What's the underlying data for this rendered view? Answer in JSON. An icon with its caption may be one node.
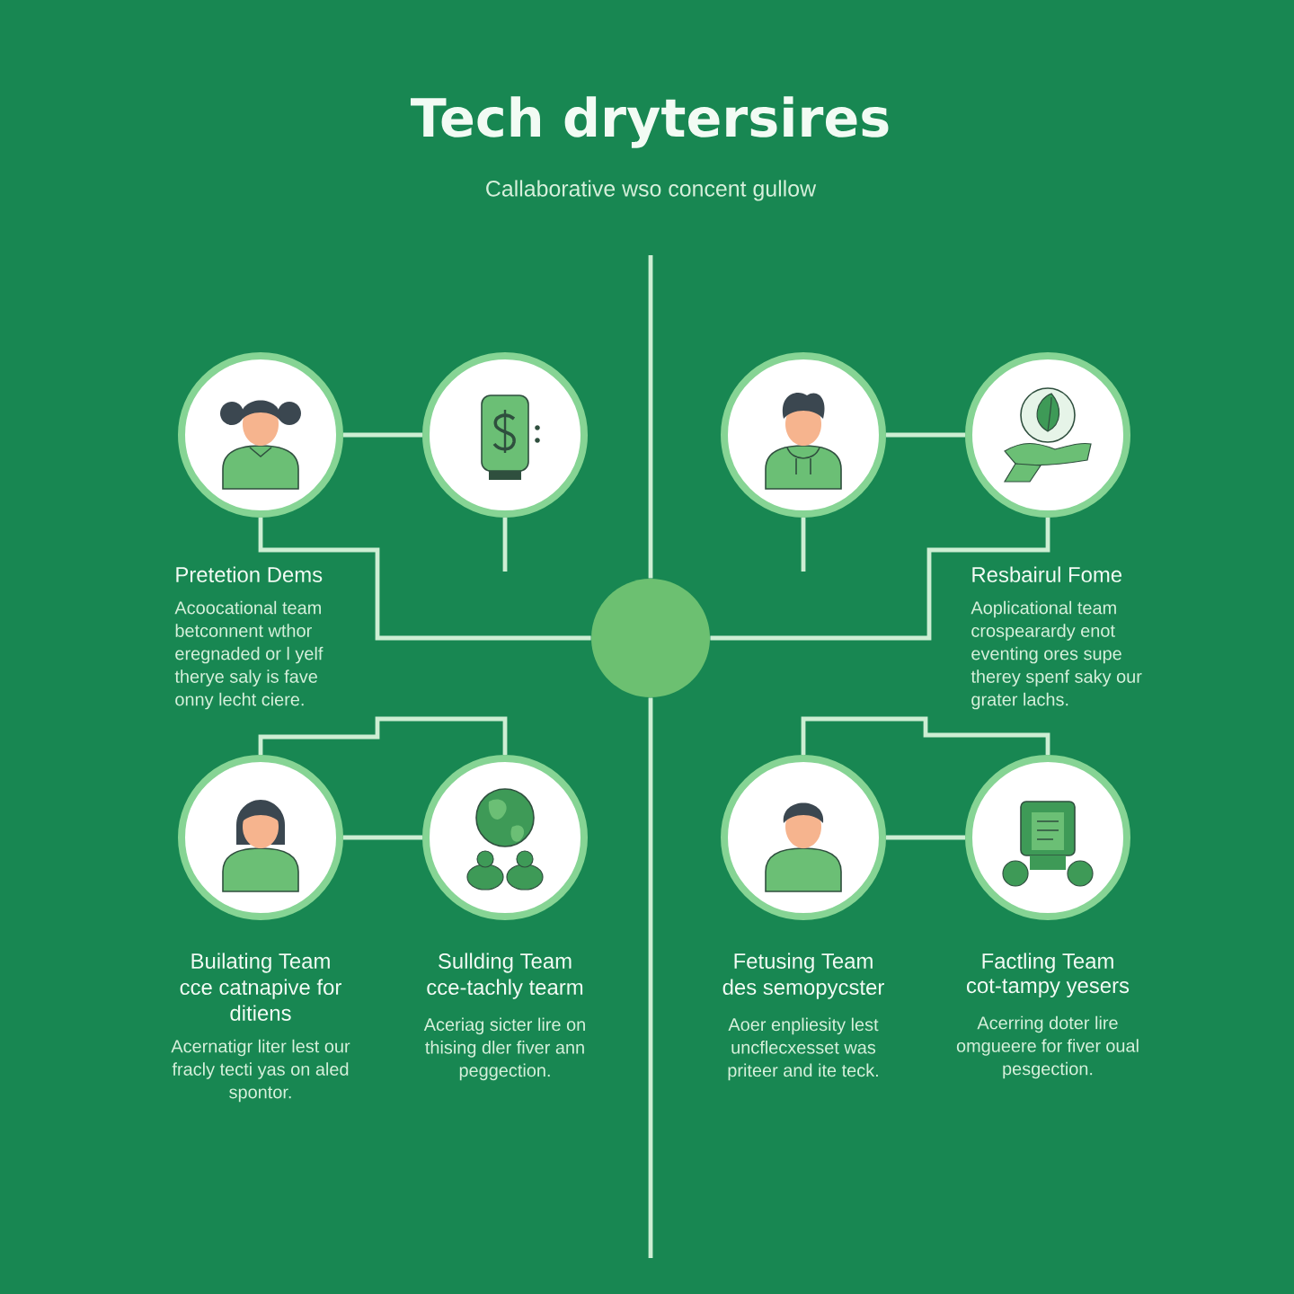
{
  "diagram": {
    "title": "Tech drytersires",
    "nodes": [
      {
        "text": [
          "Pretetion Dems",
          "Acoocational team betconnent wthor eregnaded or l yelf therye saly is fave onny lecht ciere."
        ]
      },
      {
        "text": [],
        "shape": "circle"
      },
      {
        "text": [],
        "shape": "circle"
      },
      {
        "text": [
          "Resbairul Fome",
          "Aoplicational team crospearardy enot eventing ores supe therey spenf saky our grater lachs."
        ]
      },
      {
        "text": [],
        "shape": "circle"
      },
      {
        "text": [
          "Builating Team",
          "cce catnapive for ditiens",
          "Acernatigr liter lest our fracly tecti yas on aled spontor."
        ]
      },
      {
        "text": [
          "Sullding Team",
          "cce-tachly tearm",
          "Aceriag sicter lire on thising dler fiver ann peggection."
        ]
      },
      {
        "text": [
          "Fetusing Team",
          "des semopycster",
          "Aoer enpliesity lest uncflecxesset was priteer and ite teck."
        ]
      },
      {
        "text": [
          "Factling Team",
          "cot-tampy yesers",
          "Acerring doter lire omgueere for fiver oual pesgection."
        ]
      }
    ],
    "edges": [
      {
        "from": 0,
        "to": 1,
        "arrow": "none"
      },
      {
        "from": 0,
        "to": 4,
        "arrow": "none"
      },
      {
        "from": 2,
        "to": 3,
        "arrow": "none"
      },
      {
        "from": 3,
        "to": 4,
        "arrow": "none"
      },
      {
        "from": 5,
        "to": 6,
        "arrow": "none"
      },
      {
        "from": 5,
        "to": 6,
        "arrow": "none"
      },
      {
        "from": 7,
        "to": 8,
        "arrow": "none"
      },
      {
        "from": 7,
        "to": 8,
        "arrow": "none"
      },
      {
        "from": 1,
        "to": null,
        "arrow": "none"
      },
      {
        "from": 2,
        "to": null,
        "arrow": "none"
      },
      {
        "from": null,
        "to": 4,
        "arrow": "none"
      },
      {
        "from": 4,
        "to": null,
        "arrow": "none"
      }
    ],
    "labels": [
      "Callaborative wso concent gullow"
    ]
  }
}
